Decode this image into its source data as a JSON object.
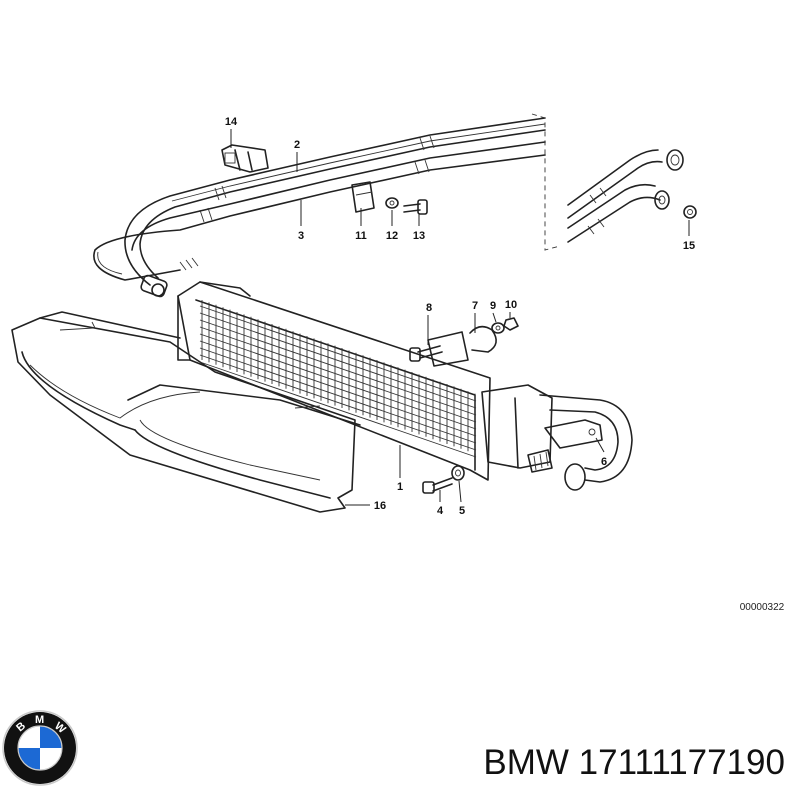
{
  "callouts": [
    "1",
    "2",
    "3",
    "4",
    "5",
    "6",
    "7",
    "8",
    "9",
    "10",
    "11",
    "12",
    "13",
    "14",
    "15",
    "16"
  ],
  "diagram_ref": "00000322",
  "brand": {
    "logo_text": "BMW",
    "part_number": "BMW 17111177190",
    "colors": {
      "ring": "#111111",
      "blue": "#1c69d4",
      "white": "#ffffff",
      "chrome": "#c9c9c9"
    }
  }
}
